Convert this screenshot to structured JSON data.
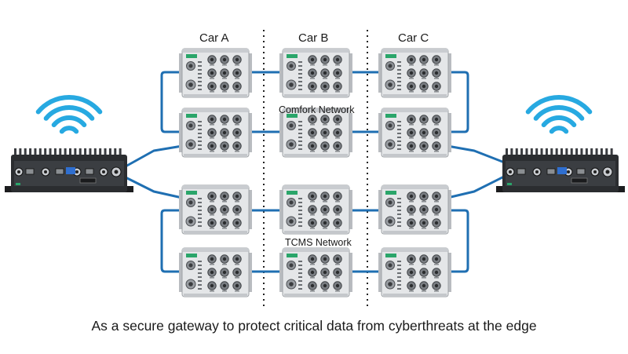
{
  "cars": [
    "Car A",
    "Car B",
    "Car C"
  ],
  "networks": {
    "upper": "Comfork Network",
    "lower": "TCMS Network"
  },
  "caption": "As a secure gateway to protect critical data from cyberthreats at the edge",
  "colors": {
    "link": "#1f6fb2",
    "wifi": "#27a9e1",
    "switch_body": "#e4e6e8",
    "switch_fins": "#c9ccd0",
    "gateway_body": "#2b2d30",
    "separator": "#222222"
  },
  "devices": {
    "switch": "ethernet-switch",
    "gateway": "edge-gateway-computer",
    "wireless": "wifi-signal-icon"
  }
}
